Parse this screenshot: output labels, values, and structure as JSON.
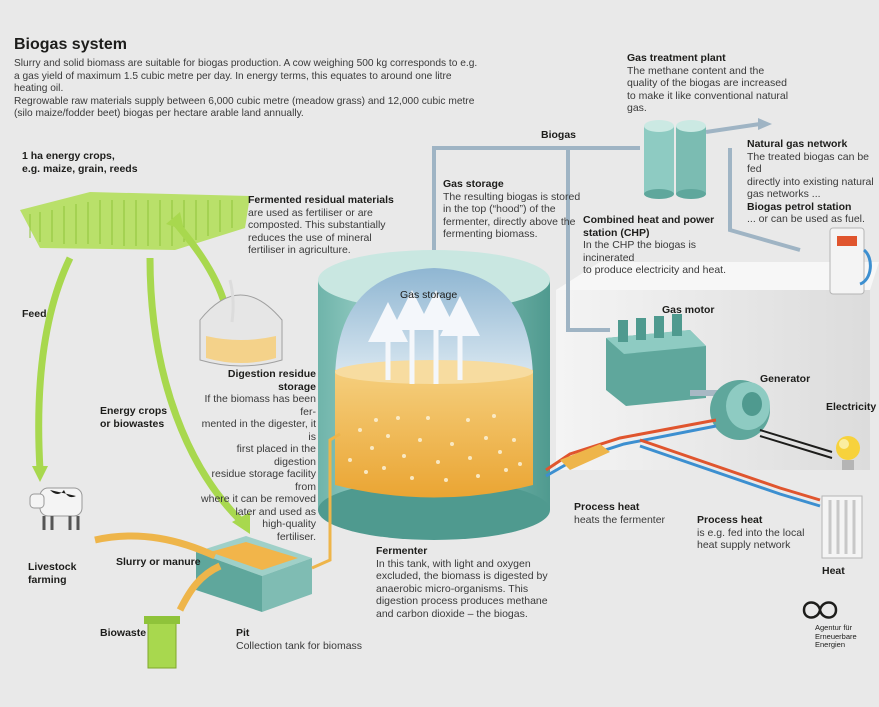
{
  "title": "Biogas system",
  "intro": "Slurry and solid biomass are suitable for biogas production. A cow weighing 500 kg corresponds to e.g.\na gas yield of maximum 1.5 cubic metre per day. In energy terms, this equates to around one litre heating oil.\nRegrowable raw materials supply between 6,000 cubic metre (meadow grass) and 12,000 cubic metre\n(silo maize/fodder beet) biogas per hectare arable land annually.",
  "labels": {
    "energy_crops_title": "1 ha energy crops,",
    "energy_crops_sub": "e.g. maize, grain, reeds",
    "feed": "Feed",
    "energy_crops_biowastes": "Energy crops\nor biowastes",
    "livestock": "Livestock\nfarming",
    "slurry": "Slurry or manure",
    "biowaste": "Biowaste",
    "pit_title": "Pit",
    "pit_body": "Collection tank for biomass",
    "biogas": "Biogas",
    "gas_storage_inner": "Gas storage",
    "gas_motor": "Gas motor",
    "generator": "Generator",
    "electricity": "Electricity",
    "heat": "Heat",
    "process_heat1_title": "Process heat",
    "process_heat1_body": "heats the fermenter",
    "process_heat2_title": "Process heat",
    "process_heat2_body": "is e.g. fed into the local\nheat supply network",
    "logo_text": "Agentur für\nErneuerbare\nEnergien"
  },
  "blocks": {
    "fermented": {
      "title": "Fermented residual materials",
      "body": "are used as fertiliser or are\ncomposted. This substantially\nreduces the use of mineral\nfertiliser in agriculture."
    },
    "gas_storage": {
      "title": "Gas storage",
      "body": "The resulting biogas is stored\nin the top (“hood”) of the\nfermenter, directly above the\nfermenting biomass."
    },
    "treatment": {
      "title": "Gas treatment plant",
      "body": "The methane content and the\nquality of the biogas are increased\nto make it like conventional natural\ngas."
    },
    "network": {
      "title": "Natural gas network",
      "body": "The treated biogas can be fed\ndirectly into existing natural\ngas networks ..."
    },
    "petrol": {
      "title": "Biogas petrol station",
      "body": "... or can be used as fuel."
    },
    "chp": {
      "title": "Combined heat and power\nstation (CHP)",
      "body": "In the CHP the biogas is incinerated\nto produce electricity and heat."
    },
    "digestion": {
      "title": "Digestion residue storage",
      "body": "If the biomass has been fer-\nmented in the digester, it is\nfirst placed in the digestion\nresidue storage facility from\nwhere it can be removed\nlater and used as\nhigh-quality\nfertiliser."
    },
    "fermenter": {
      "title": "Fermenter",
      "body": "In this tank, with light and oxygen\nexcluded, the biomass is digested by\nanaerobic micro-organisms. This\ndigestion process produces methane\nand carbon dioxide – the biogas."
    }
  },
  "colors": {
    "tank": "#9fd0c8",
    "tank_dark": "#5fa79c",
    "biomass": "#f2b54a",
    "biomass_light": "#f7dca0",
    "gas": "#b7d3e6",
    "pipe": "#9fb4c4",
    "green": "#a8d84e",
    "heat_red": "#e0552e",
    "heat_blue": "#3c8fd0"
  }
}
